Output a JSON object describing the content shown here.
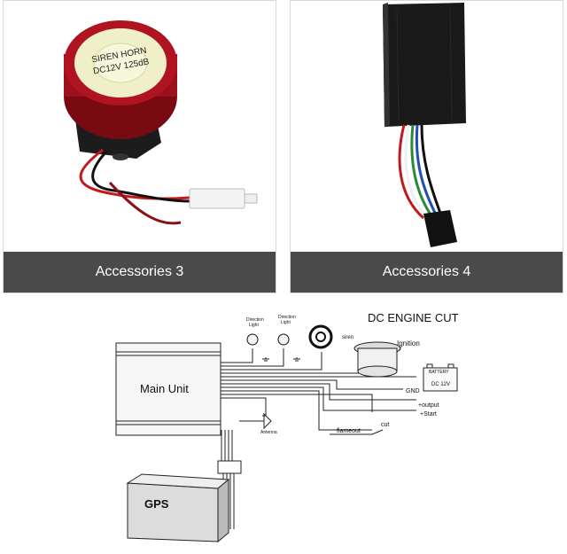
{
  "panels": [
    {
      "caption": "Accessories 3",
      "siren_text_line1": "SIREN HORN",
      "siren_text_line2": "DC12V 125dB"
    },
    {
      "caption": "Accessories 4"
    }
  ],
  "diagram": {
    "title": "DC ENGINE CUT",
    "main_unit_label": "Main Unit",
    "gps_label": "GPS",
    "direction_light_1_line1": "Direction",
    "direction_light_1_line2": "Light",
    "direction_light_2_line1": "Direction",
    "direction_light_2_line2": "Light",
    "siren_label": "siren",
    "ignition_label": "Ignition",
    "battery_label": "BATTERY",
    "battery_voltage": "DC 12V",
    "gnd_label": "GND",
    "output_label": "+output",
    "start_label": "+Start",
    "antenna_label": "Antenna",
    "flameout_label": "flameout",
    "cut_label": "cut"
  }
}
